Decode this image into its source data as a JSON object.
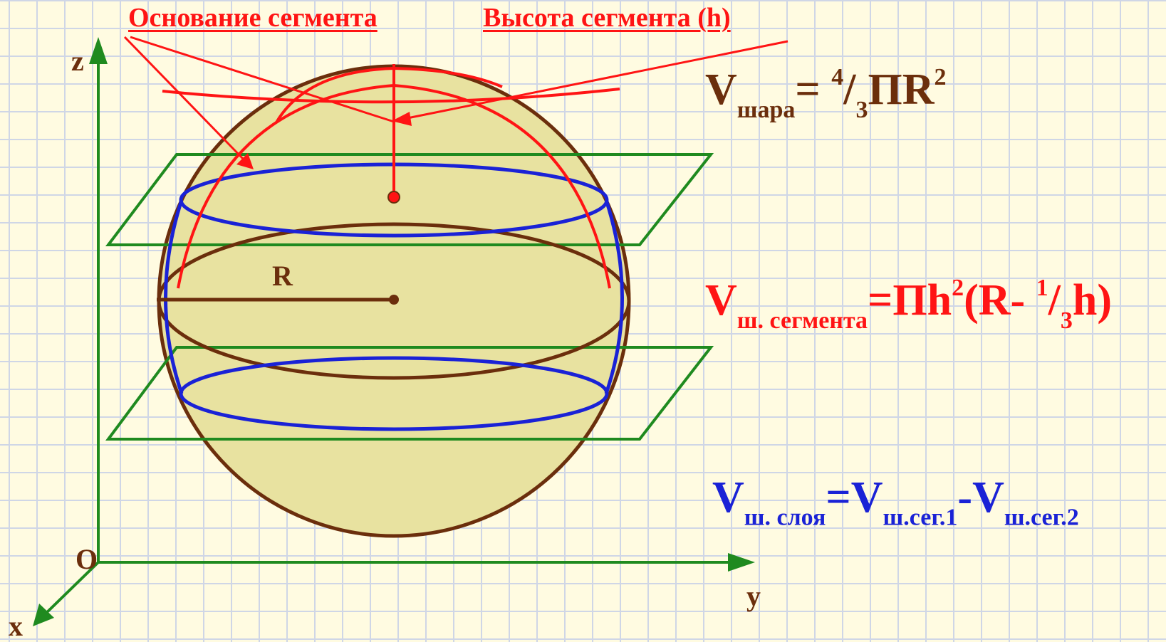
{
  "headers": {
    "base": "Основание сегмента",
    "height": "Высота сегмента (h)"
  },
  "axes": {
    "x": "x",
    "y": "y",
    "z": "z",
    "origin": "O"
  },
  "labels": {
    "radius": "R"
  },
  "formulas": {
    "ball_volume": {
      "v": "V",
      "sub": "шара",
      "eq": "= ",
      "frac_num": "4",
      "slash": "/",
      "frac_den": "3",
      "body": "ΠR",
      "exp": "2"
    },
    "segment_volume": {
      "v": "V",
      "sub": "ш. сегмента",
      "eq": "=Πh",
      "exp": "2",
      "paren": "(R- ",
      "frac_num": "1",
      "slash": "/",
      "frac_den": "3",
      "tail": "h)"
    },
    "layer_volume": {
      "v": "V",
      "sub": "ш. слоя",
      "eq": "=V",
      "sub2": "ш.сег.1",
      "minus": "-V",
      "sub3": "ш.сег.2"
    }
  },
  "colors": {
    "sphere_fill": "#e8e2a0",
    "sphere_outline": "#6b2e0c",
    "plane": "#1f8a1f",
    "section_circle": "#1a22d6",
    "annotation": "#ff1414",
    "grid": "#cfd6e6",
    "background": "#fffbe1"
  }
}
